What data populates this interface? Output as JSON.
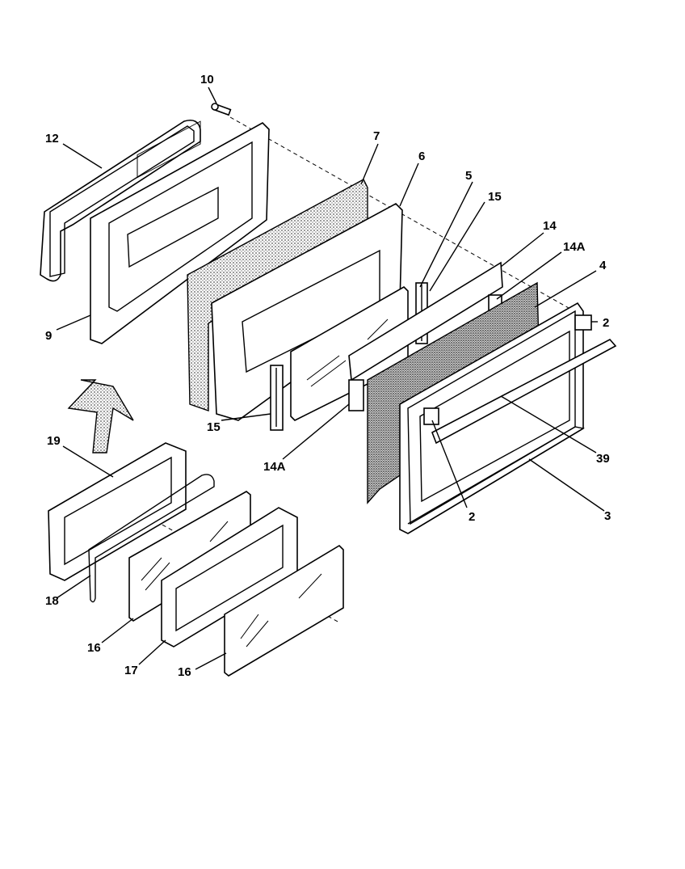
{
  "diagram": {
    "labels": {
      "p10": "10",
      "p12": "12",
      "p7": "7",
      "p6": "6",
      "p5": "5",
      "p15a": "15",
      "p14": "14",
      "p14Aa": "14A",
      "p4": "4",
      "p2a": "2",
      "p9": "9",
      "p15b": "15",
      "p14Ab": "14A",
      "p39": "39",
      "p2b": "2",
      "p3": "3",
      "p19": "19",
      "p18": "18",
      "p16a": "16",
      "p17": "17",
      "p16b": "16"
    }
  }
}
